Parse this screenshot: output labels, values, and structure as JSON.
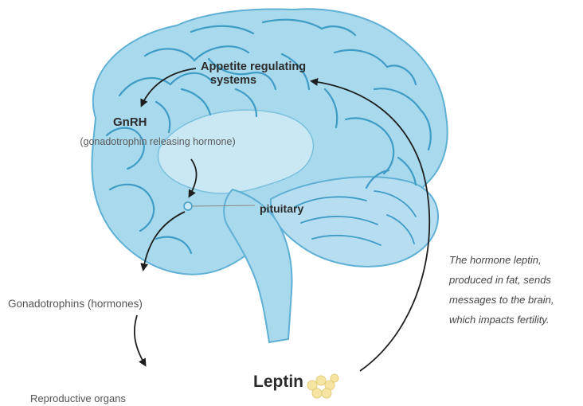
{
  "diagram": {
    "labels": {
      "appetite_line1": "Appetite regulating",
      "appetite_line2": "systems",
      "gnrh": "GnRH",
      "gnrh_full": "(gonadotrophin releasing hormone)",
      "pituitary": "pituitary",
      "gonadotrophins": "Gonadotrophins (hormones)",
      "reproductive": "Reproductive organs",
      "leptin": "Leptin"
    },
    "caption_lines": [
      "The hormone leptin,",
      "produced in fat, sends",
      "messages to the brain,",
      "which impacts fertility."
    ],
    "colors": {
      "brain_fill": "#a8d9ec",
      "brain_light": "#c9e8f4",
      "brain_outline": "#5fb0d4",
      "sulci": "#3f9cc6",
      "arrow": "#1e1e1e",
      "text_dark": "#2b2b2b",
      "text_gray": "#555555",
      "fat_cells": "#f5e4a2"
    }
  }
}
